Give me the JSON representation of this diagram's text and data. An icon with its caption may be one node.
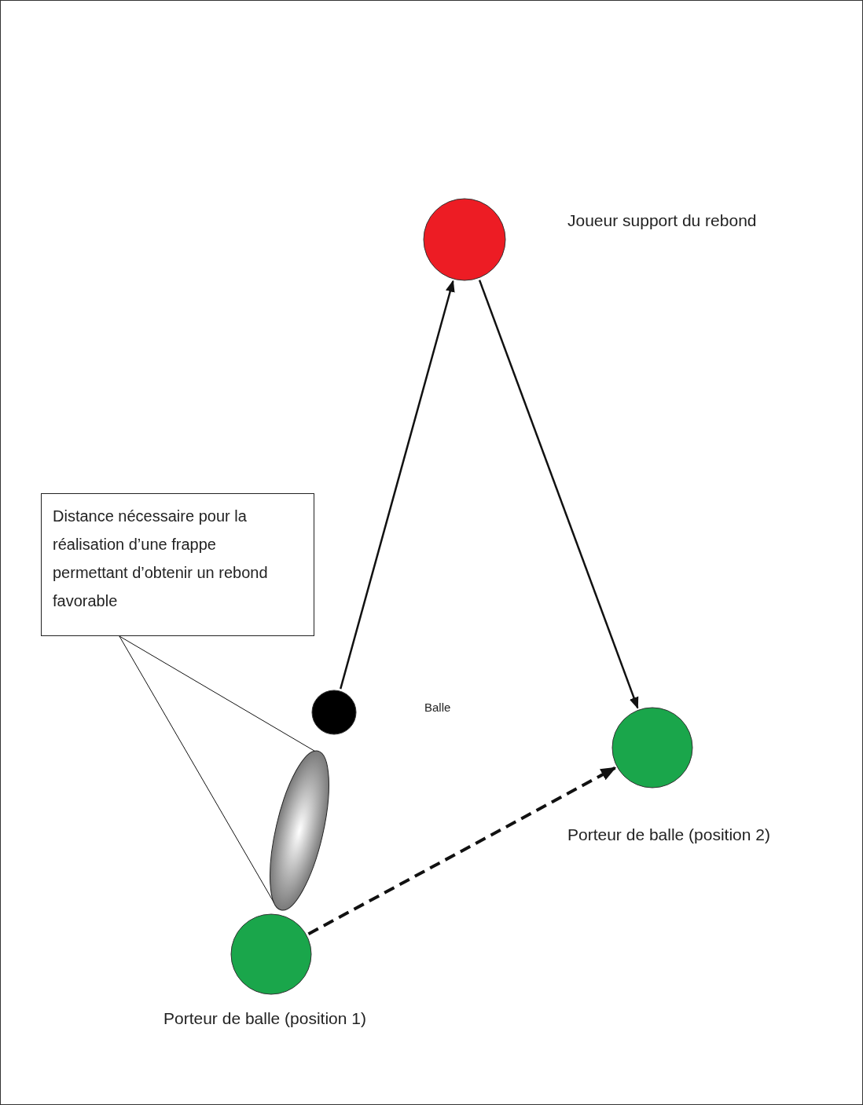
{
  "diagram": {
    "nodes": [
      {
        "text": [],
        "shape": "circle",
        "beside": [
          "Joueur support du rebond"
        ]
      },
      {
        "text": [
          "Distance nécessaire pour la réalisation d’une frappe permettant d’obtenir un rebond favorable"
        ]
      },
      {
        "text": [],
        "shape": "circle"
      },
      {
        "text": [],
        "shape": "circle",
        "beside": [
          "Porteur de balle (position 2)"
        ]
      },
      {
        "text": [],
        "shape": "ellipse"
      },
      {
        "text": [],
        "shape": "circle",
        "beside": [
          "Porteur de balle (position 1)"
        ]
      }
    ],
    "edges": [
      {
        "from": 2,
        "to": 0,
        "arrow": "to"
      },
      {
        "from": 0,
        "to": 3,
        "arrow": "to"
      },
      {
        "from": 5,
        "to": 3,
        "arrow": "to",
        "style": "dashed"
      },
      {
        "from": 1,
        "to": 4,
        "arrow": "none"
      },
      {
        "from": 1,
        "to": 4,
        "arrow": "none"
      }
    ],
    "labels": [
      "Balle"
    ]
  }
}
